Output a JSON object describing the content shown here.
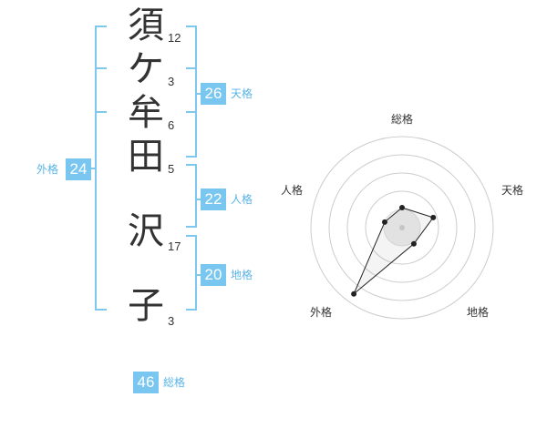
{
  "name": {
    "chars": [
      {
        "char": "須",
        "strokes": "12"
      },
      {
        "char": "ケ",
        "strokes": "3"
      },
      {
        "char": "牟",
        "strokes": "6"
      },
      {
        "char": "田",
        "strokes": "5"
      },
      {
        "char": "沢",
        "strokes": "17"
      },
      {
        "char": "子",
        "strokes": "3"
      }
    ]
  },
  "fortune": {
    "tenkaku": {
      "value": "26",
      "label": "天格"
    },
    "jinkaku": {
      "value": "22",
      "label": "人格"
    },
    "chikaku": {
      "value": "20",
      "label": "地格"
    },
    "gaikaku": {
      "value": "24",
      "label": "外格"
    },
    "soukaku": {
      "value": "46",
      "label": "総格"
    }
  },
  "radar": {
    "labels": {
      "top": "総格",
      "right": "天格",
      "bottom_right": "地格",
      "bottom_left": "外格",
      "left": "人格"
    },
    "max": 5,
    "values": {
      "soukaku": 1.1,
      "tenkaku": 1.8,
      "chikaku": 1.1,
      "gaikaku": 4.5,
      "jinkaku": 1.0
    }
  },
  "colors": {
    "accent": "#79c6f0",
    "bracket": "#7ec8f0",
    "grid": "#cccccc"
  }
}
